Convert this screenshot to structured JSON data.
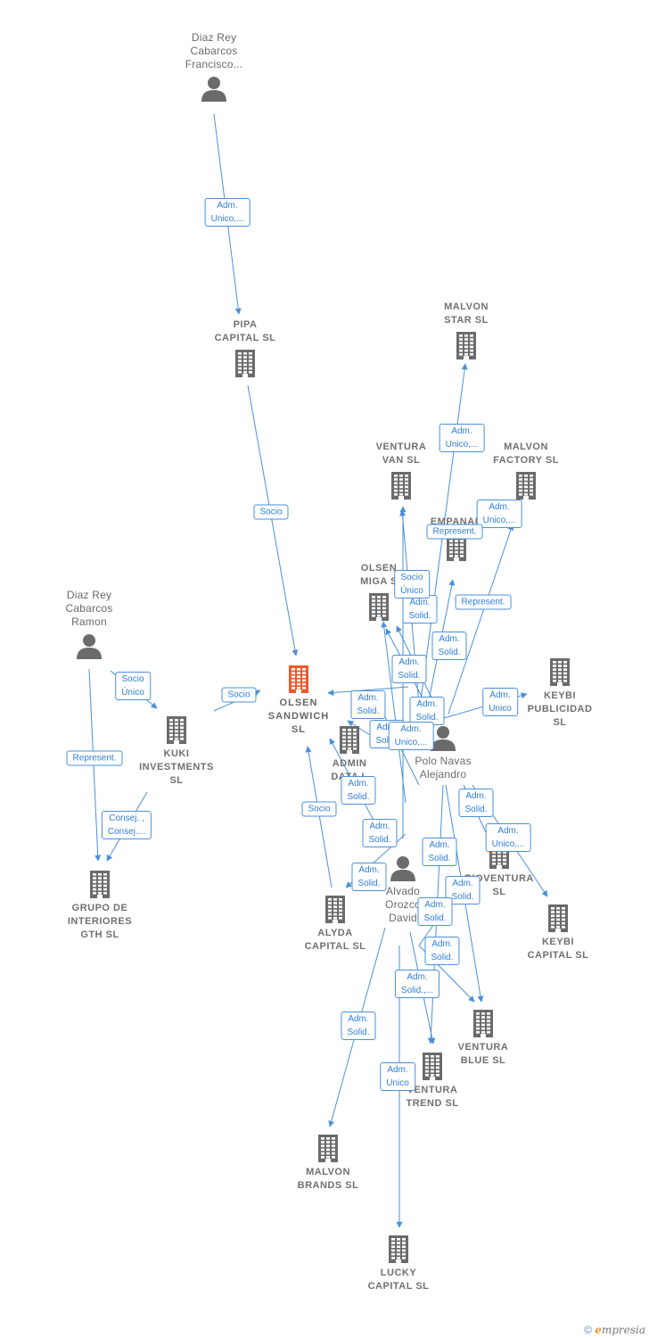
{
  "nodes": [
    {
      "id": "diaz_francisco",
      "label": "Diaz Rey\nCabarcos\nFrancisco...",
      "type": "person"
    },
    {
      "id": "pipa",
      "label": "PIPA\nCAPITAL  SL",
      "type": "company"
    },
    {
      "id": "malvon_star",
      "label": "MALVON\nSTAR  SL",
      "type": "company"
    },
    {
      "id": "ventura_van",
      "label": "VENTURA\nVAN  SL",
      "type": "company"
    },
    {
      "id": "malvon_factory",
      "label": "MALVON\nFACTORY  SL",
      "type": "company"
    },
    {
      "id": "empanad",
      "label": "EMPANAD",
      "type": "company"
    },
    {
      "id": "olsen_miga",
      "label": "OLSEN\nMIGA  S",
      "type": "company"
    },
    {
      "id": "diaz_ramon",
      "label": "Diaz Rey\nCabarcos\nRamon",
      "type": "person"
    },
    {
      "id": "olsen_sandwich",
      "label": "OLSEN\nSANDWICH\nSL",
      "type": "main"
    },
    {
      "id": "kuki",
      "label": "KUKI\nINVESTMENTS\nSL",
      "type": "company"
    },
    {
      "id": "keybi_pub",
      "label": "KEYBI\nPUBLICIDAD\nSL",
      "type": "company"
    },
    {
      "id": "admin_data",
      "label": "ADMIN\nDATA        L",
      "type": "company"
    },
    {
      "id": "polo",
      "label": "Polo Navas\nAlejandro",
      "type": "person"
    },
    {
      "id": "grupo",
      "label": "GRUPO DE\nINTERIORES\nGTH  SL",
      "type": "company"
    },
    {
      "id": "bioventura",
      "label": "BIOVENTURA\nSL",
      "type": "company"
    },
    {
      "id": "alvado",
      "label": "Alvado\nOrozco\nDavid",
      "type": "person"
    },
    {
      "id": "alyda",
      "label": "ALYDA\nCAPITAL  SL",
      "type": "company"
    },
    {
      "id": "keybi_cap",
      "label": "KEYBI\nCAPITAL  SL",
      "type": "company"
    },
    {
      "id": "ventura_blue",
      "label": "VENTURA\nBLUE  SL",
      "type": "company"
    },
    {
      "id": "ventura_trend",
      "label": "VENTURA\nTREND  SL",
      "type": "company"
    },
    {
      "id": "malvon_brands",
      "label": "MALVON\nBRANDS  SL",
      "type": "company"
    },
    {
      "id": "lucky",
      "label": "LUCKY\nCAPITAL  SL",
      "type": "company"
    }
  ],
  "edge_labels": [
    "Adm.\nUnico,...",
    "Socio",
    "Adm.\nUnico,...",
    "Adm.\nUnico,...",
    "Represent.",
    "Socio\nÚnico",
    "Adm.\nSolid.",
    "Represent.",
    "Adm.\nSolid.",
    "Adm.\nSolid.",
    "Socio\nÚnico",
    "Socio",
    "Adm.\nUnico",
    "Adm.\nSolid.",
    "Adm.\nSolid.",
    "Adm.\nSolid.",
    "Represent.",
    "Adm.\nSolid.",
    "Adm.\nSolid.",
    "Socio",
    "Consej. ,\nConsej....",
    "Adm.\nSolid.",
    "Adm.\nUnico,...",
    "Adm.\nSolid.",
    "Adm.\nSolid.",
    "Adm.\nSolid.",
    "Adm.\nSolid.",
    "Adm.\nSolid.",
    "Adm.\nSolid.,...",
    "Adm.\nSolid.",
    "Adm.\nUnico",
    "Adm.\nUnico,..."
  ],
  "colors": {
    "edge": "#4a90d9",
    "icon": "#6b6b6b",
    "main_icon": "#f05a28"
  },
  "footer": {
    "symbol": "©",
    "brand_initial": "e",
    "brand_rest": "mpresia"
  }
}
